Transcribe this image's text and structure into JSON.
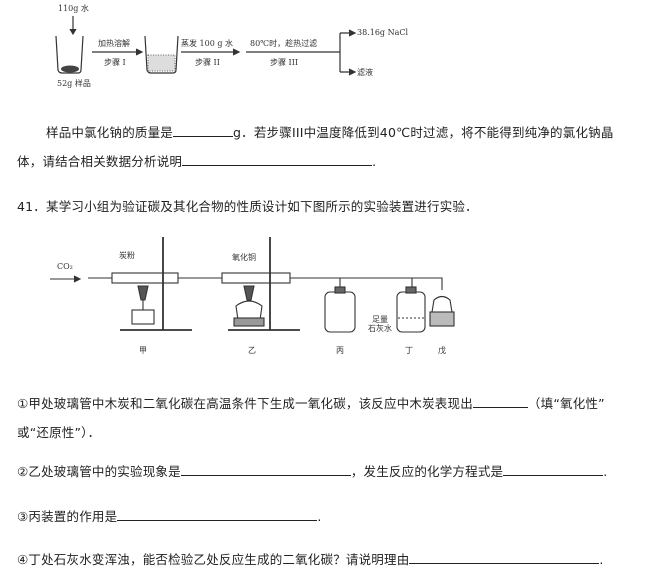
{
  "flow_diagram": {
    "water_in": "110g 水",
    "sample": "52g 样品",
    "step1_action": "加热溶解",
    "step1": "步骤 I",
    "step2_action": "蒸发 100 g 水",
    "step2": "步骤 II",
    "step3_action": "80℃时，趁热过滤",
    "step3": "步骤 III",
    "product": "38.16g NaCl",
    "filtrate": "滤液"
  },
  "q40": {
    "line1_a": "样品中氯化钠的质量是",
    "line1_b": "g．若步骤III中温度降低到40℃时过滤，将不能得到纯净的氯化钠晶",
    "line2": "体，请结合相关数据分析说明",
    "end": "."
  },
  "q41": {
    "title": "41．某学习小组为验证碳及其化合物的性质设计如下图所示的实验装置进行实验．",
    "apparatus": {
      "gas": "CO₂",
      "carbon": "炭粉",
      "copper_oxide": "氧化铜",
      "limewater": [
        "足量",
        "石灰水"
      ],
      "labels": [
        "甲",
        "乙",
        "丙",
        "丁",
        "戊"
      ]
    },
    "sub1_a": "①甲处玻璃管中木炭和二氧化碳在高温条件下生成一氧化碳，该反应中木炭表现出",
    "sub1_b": "（填“氧化性”",
    "sub1_c": "或“还原性”）．",
    "sub2_a": "②乙处玻璃管中的实验现象是",
    "sub2_b": "，发生反应的化学方程式是",
    "sub3": "③丙装置的作用是",
    "sub4": "④丁处石灰水变浑浊，能否检验乙处反应生成的二氧化碳？请说明理由",
    "end": "."
  }
}
